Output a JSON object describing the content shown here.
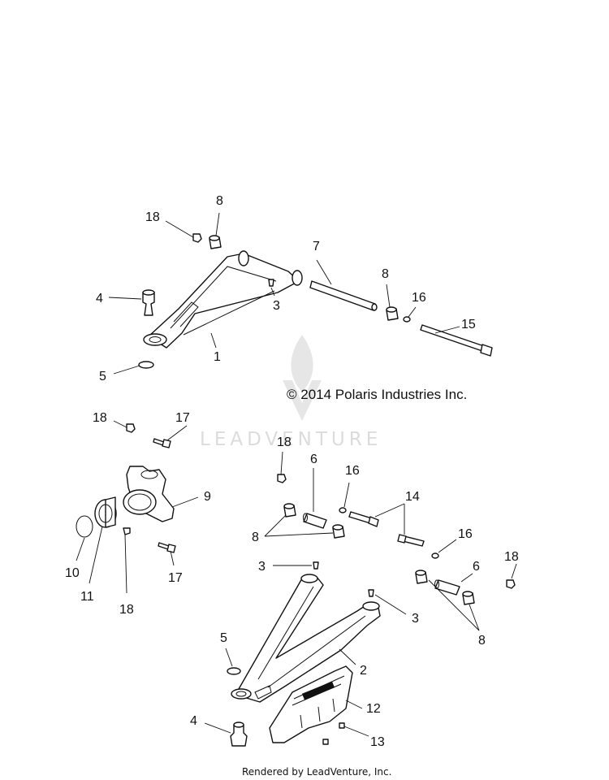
{
  "copyright": "© 2014 Polaris Industries Inc.",
  "watermark": "LEADVENTURE",
  "footer": "Rendered by LeadVenture, Inc.",
  "callouts": {
    "c1": "1",
    "c2": "2",
    "c3a": "3",
    "c3b": "3",
    "c3c": "3",
    "c4a": "4",
    "c4b": "4",
    "c5a": "5",
    "c5b": "5",
    "c6a": "6",
    "c6b": "6",
    "c7": "7",
    "c8a": "8",
    "c8b": "8",
    "c8c": "8",
    "c8d": "8",
    "c9": "9",
    "c10": "10",
    "c11": "11",
    "c12": "12",
    "c13": "13",
    "c14": "14",
    "c15": "15",
    "c16a": "16",
    "c16b": "16",
    "c16c": "16",
    "c17a": "17",
    "c17b": "17",
    "c18a": "18",
    "c18b": "18",
    "c18c": "18",
    "c18d": "18",
    "c18e": "18"
  },
  "colors": {
    "ink": "#111111",
    "watermark": "#dcdcdc",
    "background": "#ffffff"
  }
}
